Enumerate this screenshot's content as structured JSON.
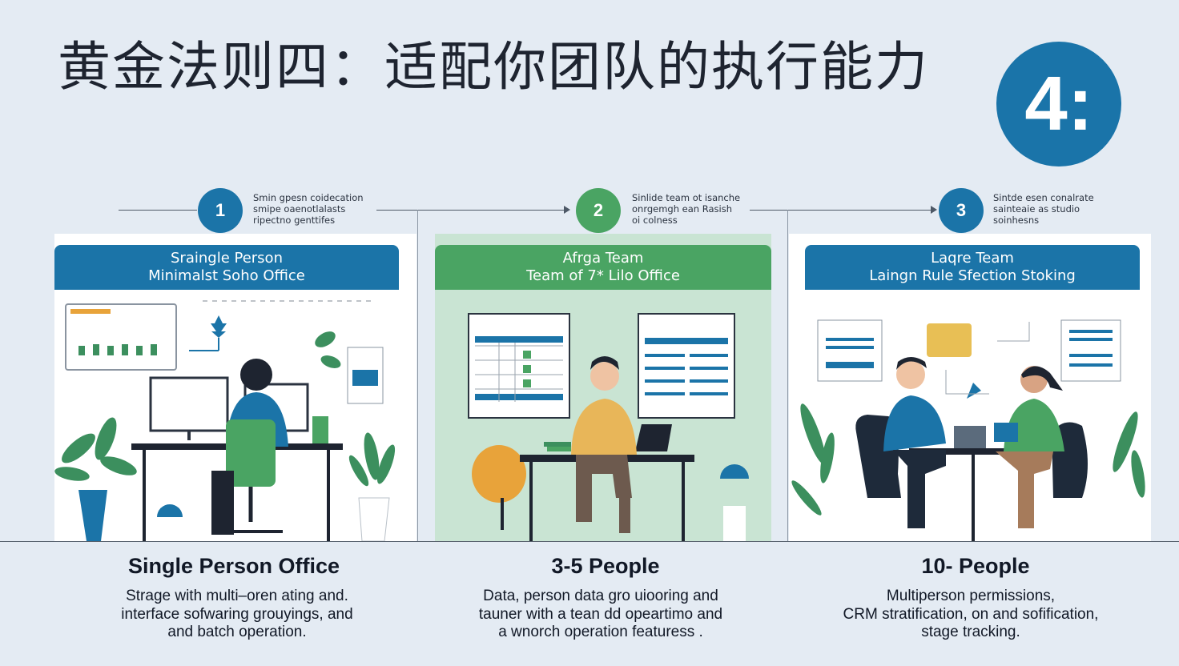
{
  "title": "黄金法则四：适配你团队的执行能力",
  "badge": "4:",
  "steps": [
    {
      "number": "1",
      "note": [
        "Smin gpesn coidecation",
        "smipe oaenotlalasts",
        "ripectno genttifes"
      ]
    },
    {
      "number": "2",
      "note": [
        "Sinlide team ot isanche",
        "onrgemgh ean Rasish",
        "oi colness"
      ]
    },
    {
      "number": "3",
      "note": [
        "Sintde esen conalrate",
        "sainteaie as studio",
        "soinhesns"
      ]
    }
  ],
  "panels": [
    {
      "header": [
        "Sraingle Person",
        "Minimalst Soho Office"
      ]
    },
    {
      "header": [
        "Afrga Team",
        "Team of 7* Lilo Office"
      ]
    },
    {
      "header": [
        "Laqre Team",
        "Laingn Rule Sfection Stoking"
      ]
    }
  ],
  "captions": [
    {
      "title": "Single Person Office",
      "desc": [
        "Strage with multi–oren ating and.",
        "interface sofwaring grouyings,    and",
        "and batch operation."
      ]
    },
    {
      "title": "3-5  People",
      "desc": [
        "Data, person data gro uiooring and",
        "tauner with a tean dd opeartimo and",
        "a wnorch operation featuress ."
      ]
    },
    {
      "title": "10- People",
      "desc": [
        "Multiperson permissions,",
        "CRM stratification, on and sofification,",
        "stage tracking."
      ]
    }
  ],
  "colors": {
    "blue": "#1b74a8",
    "green": "#4aa463",
    "background": "#e4ebf3"
  }
}
